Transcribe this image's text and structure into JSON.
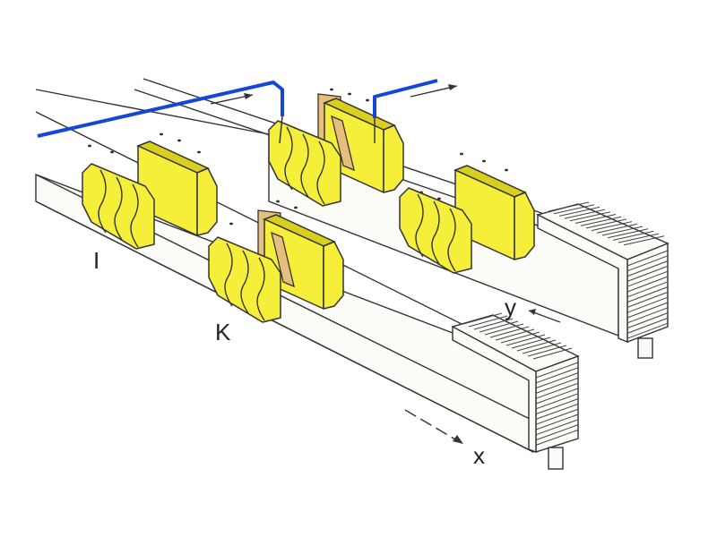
{
  "labels": {
    "clip_i": "I",
    "clip_k": "K",
    "axis_y": "y",
    "axis_x": "x"
  },
  "colors": {
    "wire": "#1447d8",
    "clip": "#f5ef3a",
    "bracket": "#e8bf7a"
  }
}
